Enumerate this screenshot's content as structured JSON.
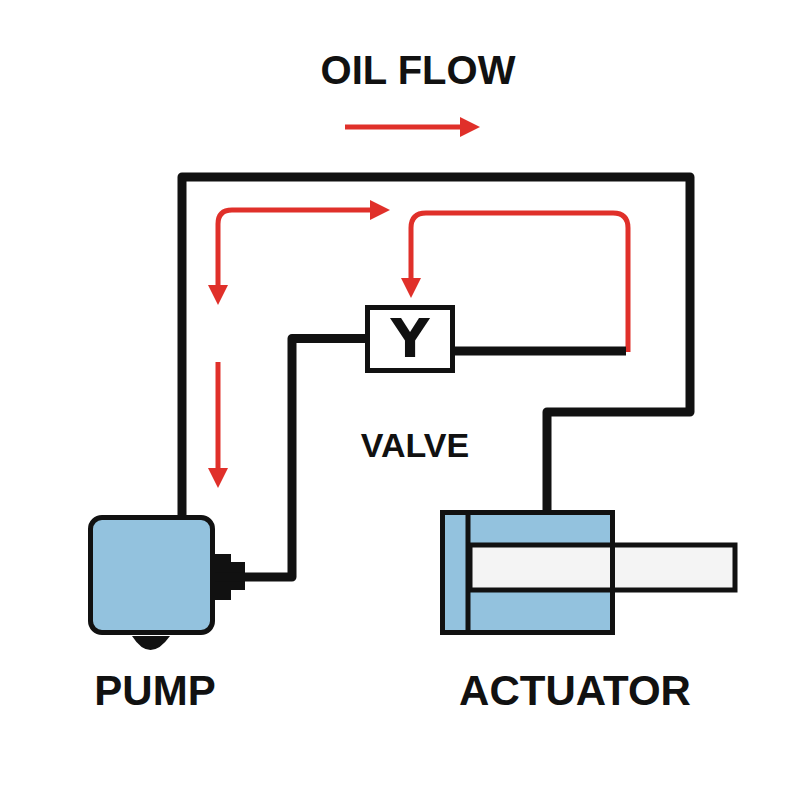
{
  "diagram": {
    "title": "OIL FLOW",
    "nodes": [
      {
        "text": [
          "PUMP"
        ]
      },
      {
        "text": [
          "Y",
          "VALVE"
        ]
      },
      {
        "text": [
          "ACTUATOR"
        ]
      }
    ],
    "edges": [
      {
        "from": 0,
        "to": 1,
        "arrow": "none"
      },
      {
        "from": 0,
        "to": 2,
        "arrow": "none"
      }
    ]
  }
}
